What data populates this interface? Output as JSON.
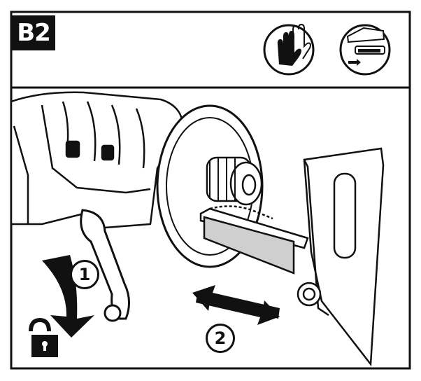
{
  "step": {
    "label": "B2"
  },
  "icons": [
    "gloves-icon",
    "battery-remove-icon",
    "unlock-icon"
  ],
  "callouts": [
    {
      "id": "1",
      "label": "1"
    },
    {
      "id": "2",
      "label": "2"
    }
  ],
  "colors": {
    "ink": "#111111",
    "paper": "#ffffff",
    "shade": "#cfcfcf"
  }
}
